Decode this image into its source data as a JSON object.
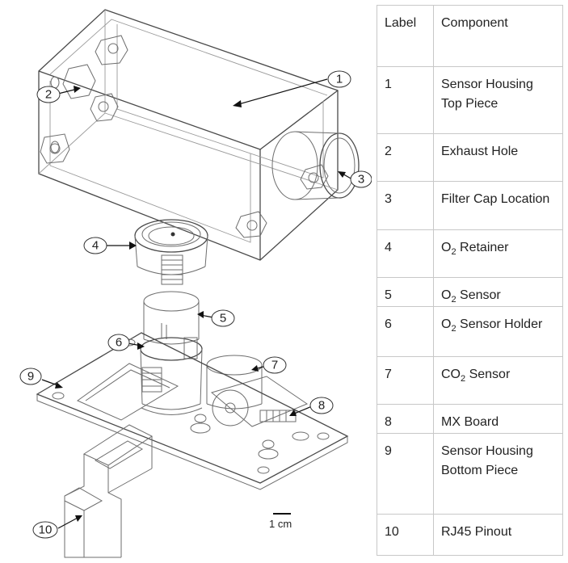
{
  "legend": {
    "header": {
      "label": "Label",
      "component": "Component"
    },
    "rows": [
      {
        "label": "1",
        "component": "Sensor Housing Top Piece"
      },
      {
        "label": "2",
        "component": "Exhaust Hole"
      },
      {
        "label": "3",
        "component": "Filter Cap Location"
      },
      {
        "label": "4",
        "pre": "O",
        "sub": "2",
        "post": " Retainer"
      },
      {
        "label": "5",
        "pre": "O",
        "sub": "2",
        "post": " Sensor"
      },
      {
        "label": "6",
        "pre": "O",
        "sub": "2",
        "post": " Sensor Holder"
      },
      {
        "label": "7",
        "pre": "CO",
        "sub": "2",
        "post": " Sensor"
      },
      {
        "label": "8",
        "component": "MX Board"
      },
      {
        "label": "9",
        "component": "Sensor Housing Bottom Piece"
      },
      {
        "label": "10",
        "component": "RJ45 Pinout"
      }
    ]
  },
  "callouts": [
    "1",
    "2",
    "3",
    "4",
    "5",
    "6",
    "7",
    "8",
    "9",
    "10"
  ],
  "scale_bar": {
    "label": "1 cm"
  }
}
